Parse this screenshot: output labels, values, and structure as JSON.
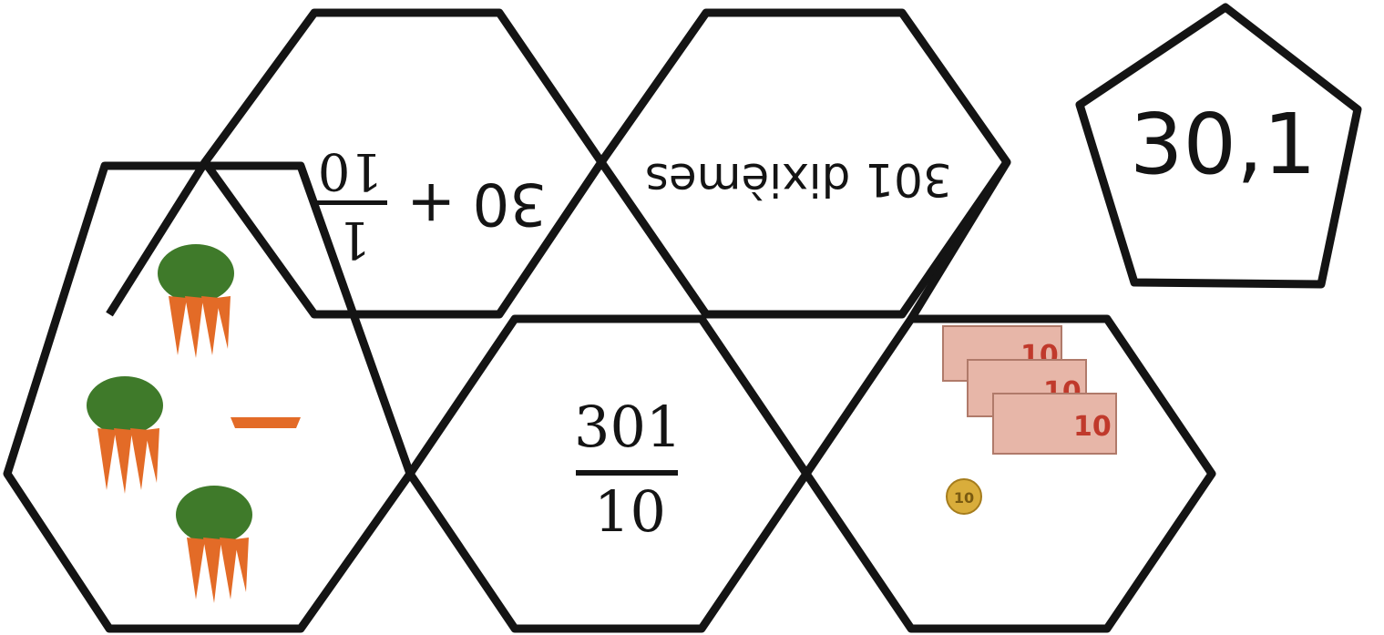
{
  "pentagon": {
    "value": "30,1"
  },
  "hex_top_left": {
    "whole": "30",
    "plus": "+",
    "numerator": "1",
    "denominator": "10"
  },
  "hex_top_right": {
    "text": "301 dixièmes"
  },
  "hex_bottom_middle": {
    "numerator": "301",
    "denominator": "10"
  },
  "hex_bottom_left": {
    "icons": [
      "carrot-bunch-icon",
      "carrot-bunch-icon",
      "carrot-bunch-icon",
      "single-carrot-icon"
    ]
  },
  "hex_bottom_right": {
    "icons": [
      "ten-euro-note-icon",
      "ten-euro-note-icon",
      "ten-euro-note-icon",
      "ten-cent-coin-icon"
    ],
    "note_label": "10",
    "coin_label": "10"
  },
  "colors": {
    "outline": "#141414",
    "carrot": "#e36b27",
    "leaves": "#3f7a2a",
    "banknote": "#e7b6a8",
    "coin": "#d9ad3b"
  }
}
